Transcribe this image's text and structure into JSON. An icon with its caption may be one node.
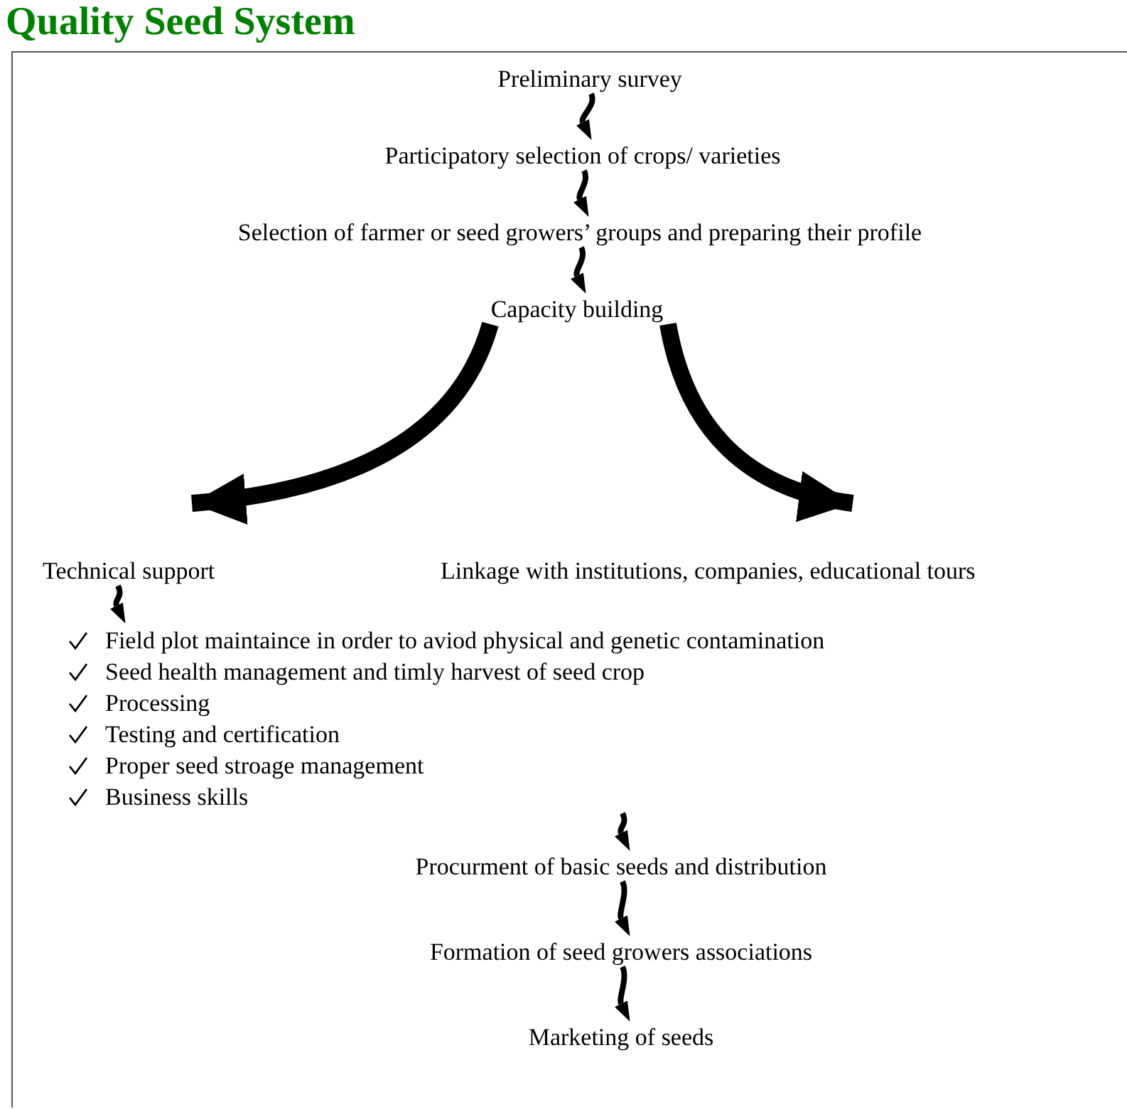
{
  "diagram": {
    "title": "Quality Seed System",
    "nodes": [
      {
        "text": [
          "Preliminary survey"
        ]
      },
      {
        "text": [
          "Participatory selection of crops/ varieties"
        ]
      },
      {
        "text": [
          "Selection of farmer or seed growers’ groups and preparing their profile"
        ]
      },
      {
        "text": [
          "Capacity building"
        ]
      },
      {
        "text": [
          "Technical support"
        ]
      },
      {
        "text": [
          "Linkage with institutions, companies, educational tours"
        ]
      },
      {
        "text": [
          "Field plot maintaince in order to aviod physical  and genetic contamination",
          "Seed health management and timly harvest of seed crop",
          "Processing",
          "Testing and certification",
          "Proper seed stroage management",
          "Business skills"
        ]
      },
      {
        "text": [
          "Procurment of basic seeds and distribution"
        ]
      },
      {
        "text": [
          "Formation of seed growers associations"
        ]
      },
      {
        "text": [
          "Marketing of seeds"
        ]
      }
    ],
    "edges": [
      {
        "from": 0,
        "to": 1,
        "arrow": "to"
      },
      {
        "from": 1,
        "to": 2,
        "arrow": "to"
      },
      {
        "from": 2,
        "to": 3,
        "arrow": "to"
      },
      {
        "from": 3,
        "to": 4,
        "arrow": "to",
        "style": "thick"
      },
      {
        "from": 3,
        "to": 5,
        "arrow": "to",
        "style": "thick"
      },
      {
        "from": 4,
        "to": 6,
        "arrow": "to"
      },
      {
        "from": 6,
        "to": 7,
        "arrow": "to"
      },
      {
        "from": 7,
        "to": 8,
        "arrow": "to"
      },
      {
        "from": 8,
        "to": 9,
        "arrow": "to"
      }
    ]
  }
}
